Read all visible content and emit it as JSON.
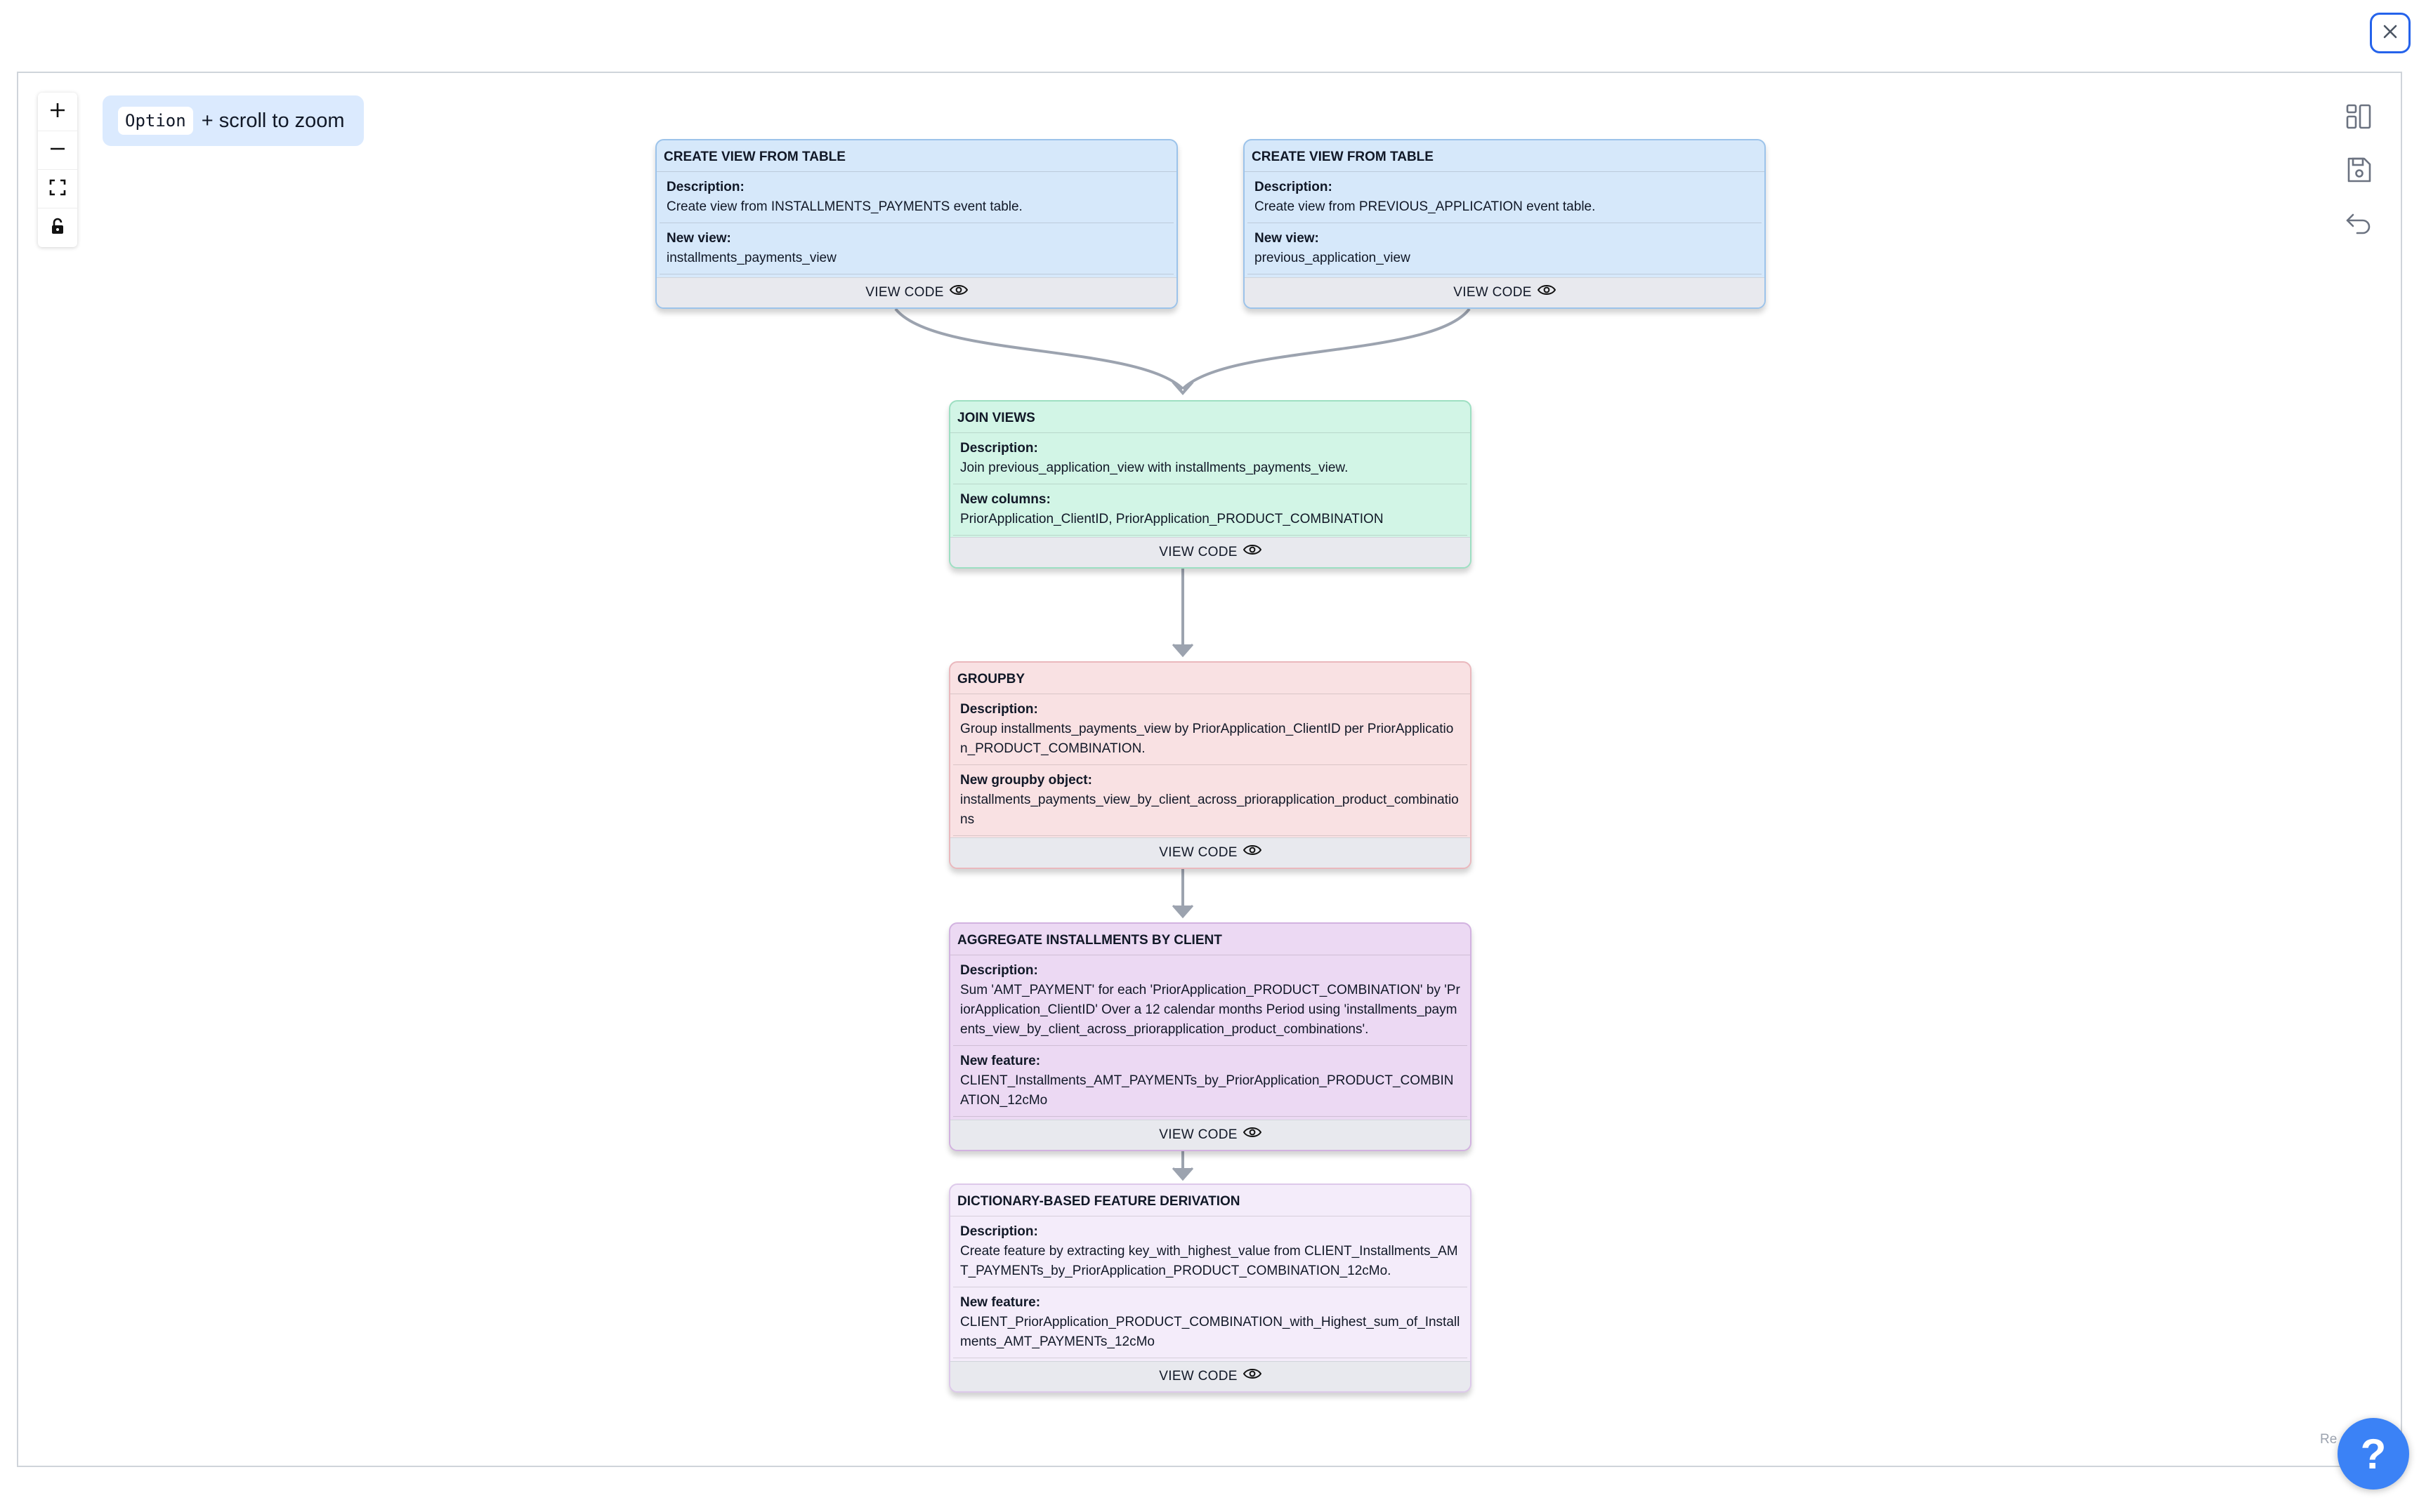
{
  "toolbar": {
    "hint_key": "Option",
    "hint_text": "+ scroll to zoom",
    "zoom_in_icon": "plus-icon",
    "zoom_out_icon": "minus-icon",
    "fit_view_icon": "fit-view-icon",
    "lock_icon": "lock-icon"
  },
  "right_tools": [
    "layout-icon",
    "save-icon",
    "undo-icon"
  ],
  "corner_text": "Re",
  "help_label": "?",
  "view_code_label": "VIEW CODE",
  "nodes": [
    {
      "title": "CREATE VIEW FROM TABLE",
      "sections": [
        {
          "label": "Description:",
          "value": "Create view from INSTALLMENTS_PAYMENTS event table."
        },
        {
          "label": "New view:",
          "value": "installments_payments_view"
        }
      ]
    },
    {
      "title": "CREATE VIEW FROM TABLE",
      "sections": [
        {
          "label": "Description:",
          "value": "Create view from PREVIOUS_APPLICATION event table."
        },
        {
          "label": "New view:",
          "value": "previous_application_view"
        }
      ]
    },
    {
      "title": "JOIN VIEWS",
      "sections": [
        {
          "label": "Description:",
          "value": "Join previous_application_view with installments_payments_view."
        },
        {
          "label": "New columns:",
          "value": "PriorApplication_ClientID, PriorApplication_PRODUCT_COMBINATION"
        }
      ]
    },
    {
      "title": "GROUPBY",
      "sections": [
        {
          "label": "Description:",
          "value": "Group installments_payments_view by PriorApplication_ClientID per PriorApplication_PRODUCT_COMBINATION."
        },
        {
          "label": "New groupby object:",
          "value": "installments_payments_view_by_client_across_priorapplication_product_combinations"
        }
      ]
    },
    {
      "title": "AGGREGATE INSTALLMENTS BY CLIENT",
      "sections": [
        {
          "label": "Description:",
          "value": "Sum 'AMT_PAYMENT' for each 'PriorApplication_PRODUCT_COMBINATION' by 'PriorApplication_ClientID' Over a 12 calendar months Period using 'installments_payments_view_by_client_across_priorapplication_product_combinations'."
        },
        {
          "label": "New feature:",
          "value": "CLIENT_Installments_AMT_PAYMENTs_by_PriorApplication_PRODUCT_COMBINATION_12cMo"
        }
      ]
    },
    {
      "title": "DICTIONARY-BASED FEATURE DERIVATION",
      "sections": [
        {
          "label": "Description:",
          "value": "Create feature by extracting key_with_highest_value from CLIENT_Installments_AMT_PAYMENTs_by_PriorApplication_PRODUCT_COMBINATION_12cMo."
        },
        {
          "label": "New feature:",
          "value": "CLIENT_PriorApplication_PRODUCT_COMBINATION_with_Highest_sum_of_Installments_AMT_PAYMENTs_12cMo"
        }
      ]
    }
  ],
  "colors": {
    "create_view_bg": "#d6e8fa",
    "create_view_border": "#9cc3ea",
    "join_bg": "#d2f5e6",
    "join_border": "#9ddfc2",
    "groupby_bg": "#f9e1e3",
    "groupby_border": "#eab8bd",
    "aggregate_bg": "#ecd9f3",
    "aggregate_border": "#d2b2e0",
    "derive_bg": "#f4ecfa",
    "derive_border": "#ddc9ea",
    "edge": "#9ca3af"
  }
}
